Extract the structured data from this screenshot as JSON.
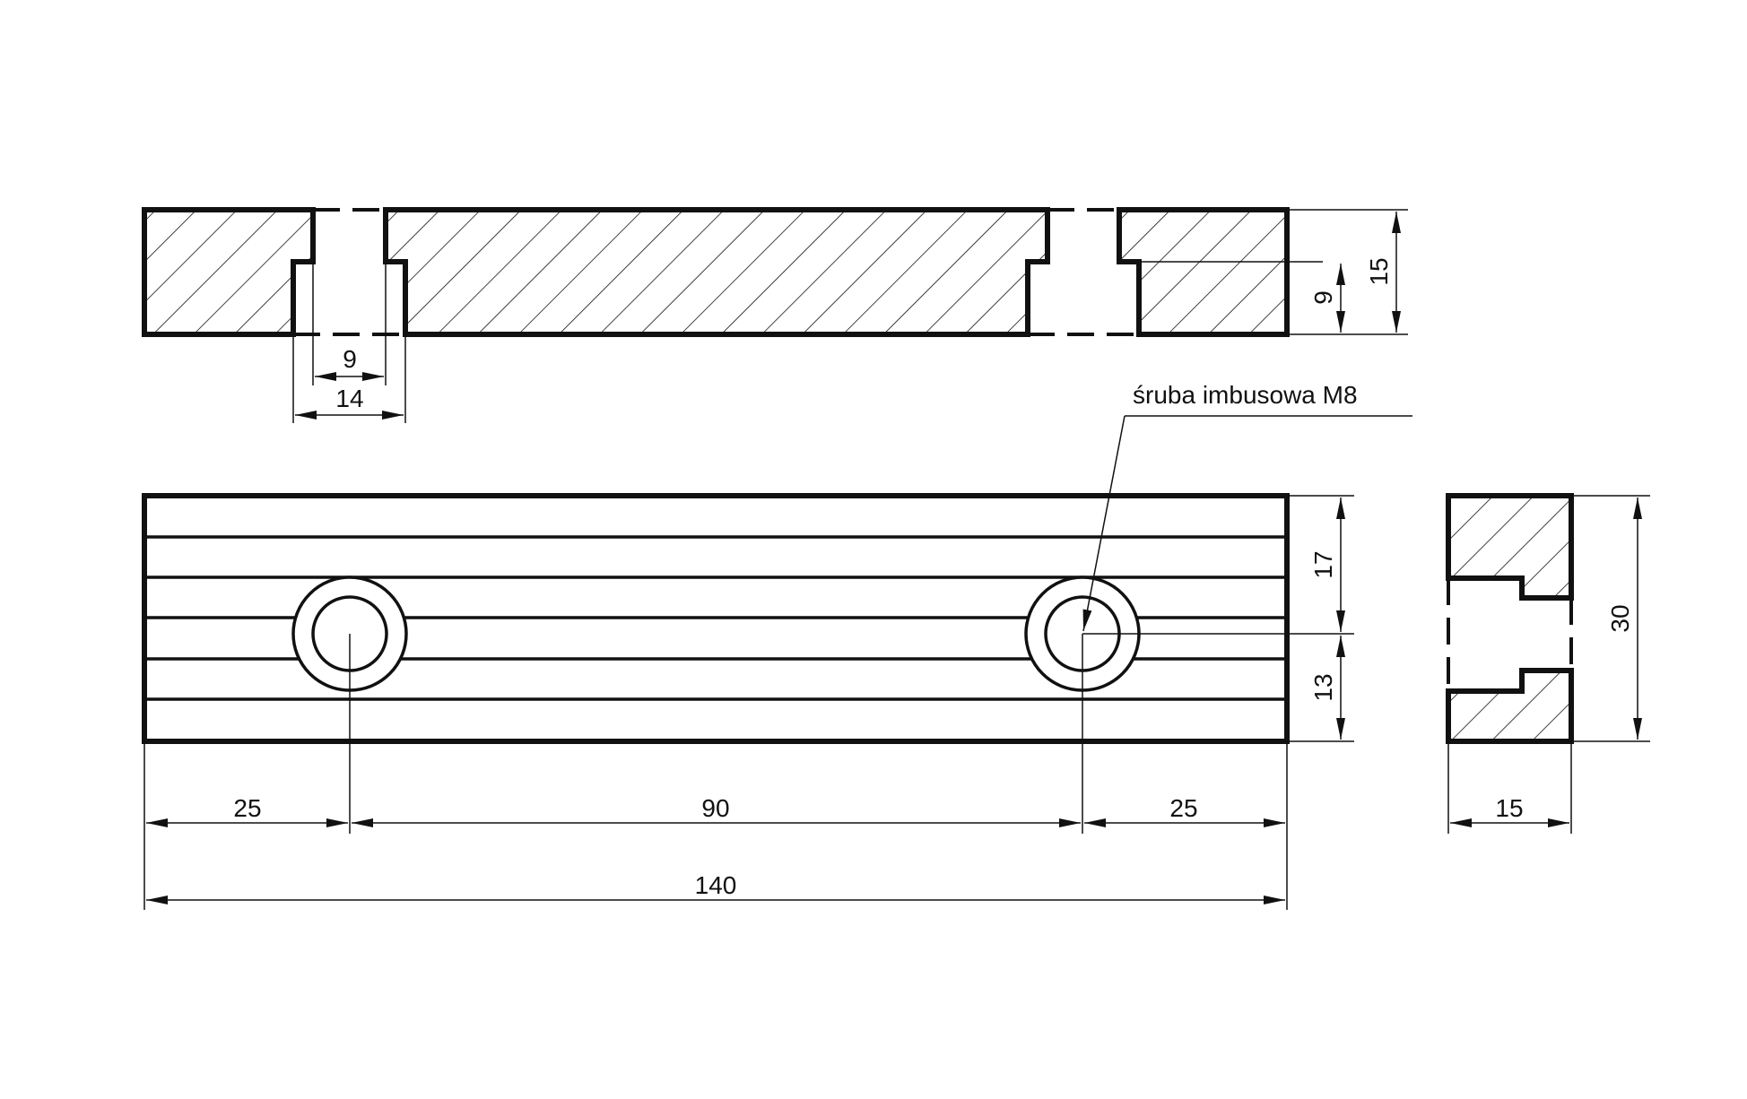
{
  "dimensions": {
    "top_thickness": "15",
    "top_step_height": "9",
    "slot_inner": "9",
    "slot_outer": "14",
    "hole_to_axis_top": "17",
    "hole_to_axis_bottom": "13",
    "left_edge_to_hole": "25",
    "hole_spacing": "90",
    "hole_to_right_edge": "25",
    "total_length": "140",
    "side_height": "30",
    "side_width": "15"
  },
  "annotation": {
    "bolt_label": "śruba imbusowa M8"
  },
  "colors": {
    "line": "#111111",
    "background": "#ffffff"
  }
}
